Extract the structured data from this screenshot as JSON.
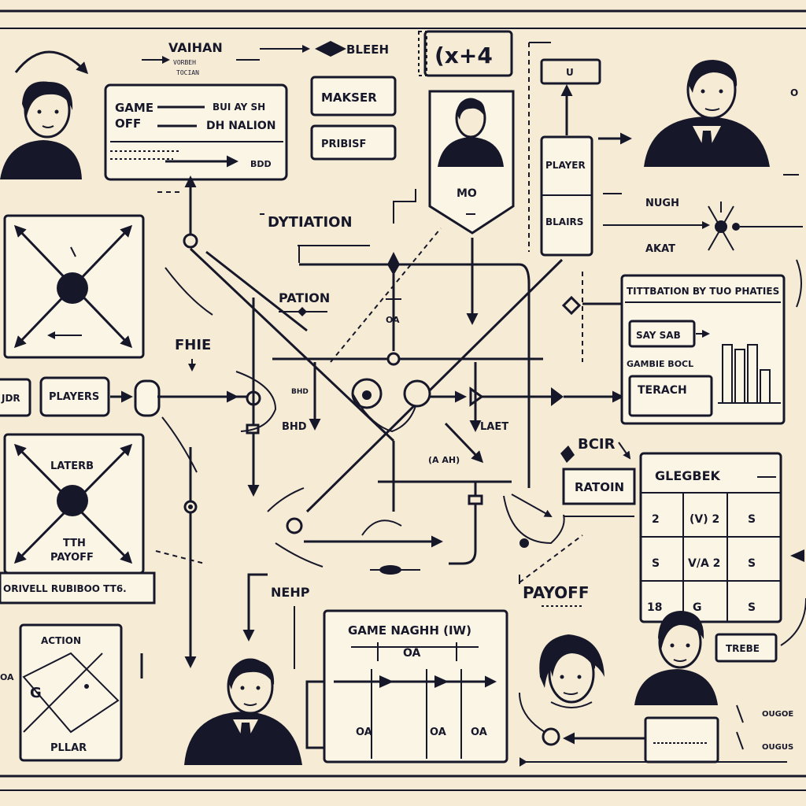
{
  "labels": {
    "top_title": "VAIHAN",
    "top_sub1": "VORBEH",
    "top_sub2": "TOCIAN",
    "bleeh": "BLEEH",
    "equation": "(x+4",
    "u_box": "U",
    "top_right_cut": "O",
    "game_box_l1": "GAME",
    "game_box_l2": "OFF",
    "game_box_r1": "BUI AY SH",
    "game_box_r2": "DH NALION",
    "game_box_sub": "BDD",
    "makser": "MAKSER",
    "pribisf": "PRIBISF",
    "mo": "MO",
    "player_1": "PLAYER",
    "player_2": "BLAIRS",
    "nugh": "NUGH",
    "akat": "AKAT",
    "dytiation": "DYTIATION",
    "pation": "PATION",
    "fhie": "FHIE",
    "panel_title": "TITTBATION BY TUO PHATIES",
    "say_sab": "SAY SAB",
    "gambie_bocl": "GAMBIE BOCL",
    "terach": "TERACH",
    "jdr": "JDR",
    "players": "PLAYERS",
    "bhd": "BHD",
    "laet": "LAET",
    "a_ah": "(A AH)",
    "bcir": "BCIR",
    "ratoin": "RATOIN",
    "glegbek": "GLEGBEK",
    "laterb": "LATERB",
    "tth": "TTH",
    "payoff_left": "PAYOFF",
    "left_caption": "ORIVELL RUBIBOO TT6.",
    "nehp": "NEHP",
    "payoff_mid": "PAYOFF",
    "game_naghh": "GAME NAGHH (IW)",
    "action": "ACTION",
    "g_letter": "G",
    "plaar": "PLLAR",
    "trebe": "TREBE",
    "side_oa": "OA",
    "bottom_right_1": "OUGOE",
    "bottom_right_2": "OUGUS"
  },
  "matrix": {
    "cells": [
      "2",
      "(V) 2",
      "S",
      "S",
      "V/A 2",
      "S",
      "18",
      "G",
      "S"
    ]
  },
  "game_table": {
    "cells": [
      "OA",
      "OA",
      "OA"
    ]
  },
  "colors": {
    "paper": "#f6ecd6",
    "ink": "#17172a"
  }
}
